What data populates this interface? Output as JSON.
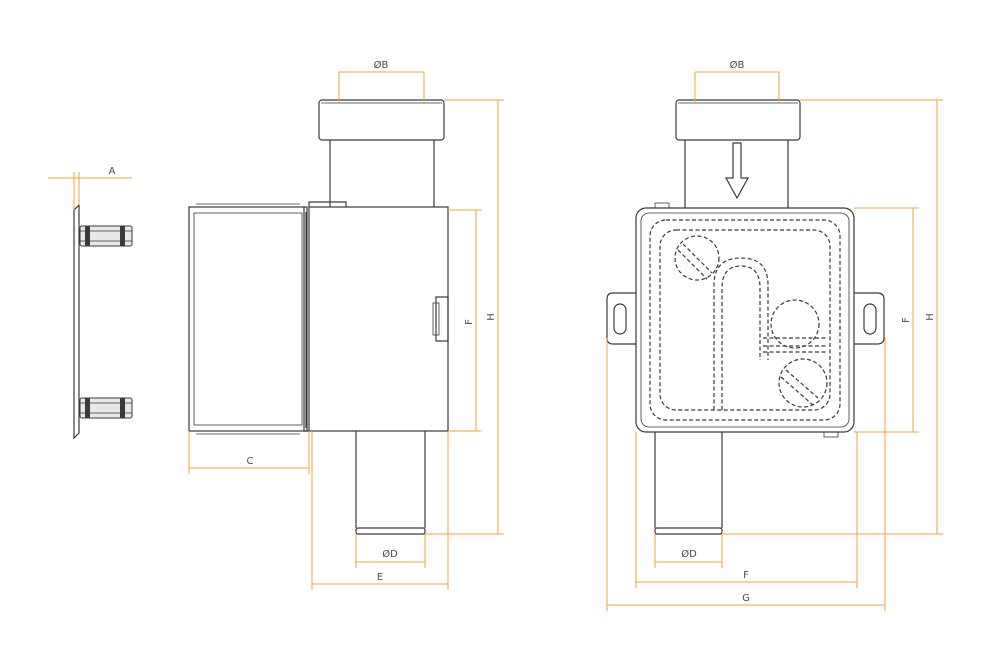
{
  "colors": {
    "outline": "#3a3a3a",
    "dimension": "#f0a43a",
    "text": "#4a4a4a",
    "background": "#ffffff"
  },
  "views": {
    "side_plate": {
      "dim_a": "A"
    },
    "side_view": {
      "dim_b": "ØB",
      "dim_c": "C",
      "dim_d": "ØD",
      "dim_e": "E",
      "dim_f": "F",
      "dim_h": "H"
    },
    "front_view": {
      "dim_b": "ØB",
      "dim_d": "ØD",
      "dim_f_vertical": "F",
      "dim_f_horizontal": "F",
      "dim_g": "G",
      "dim_h": "H",
      "flow_arrow_icon": "arrow-down-icon"
    }
  }
}
